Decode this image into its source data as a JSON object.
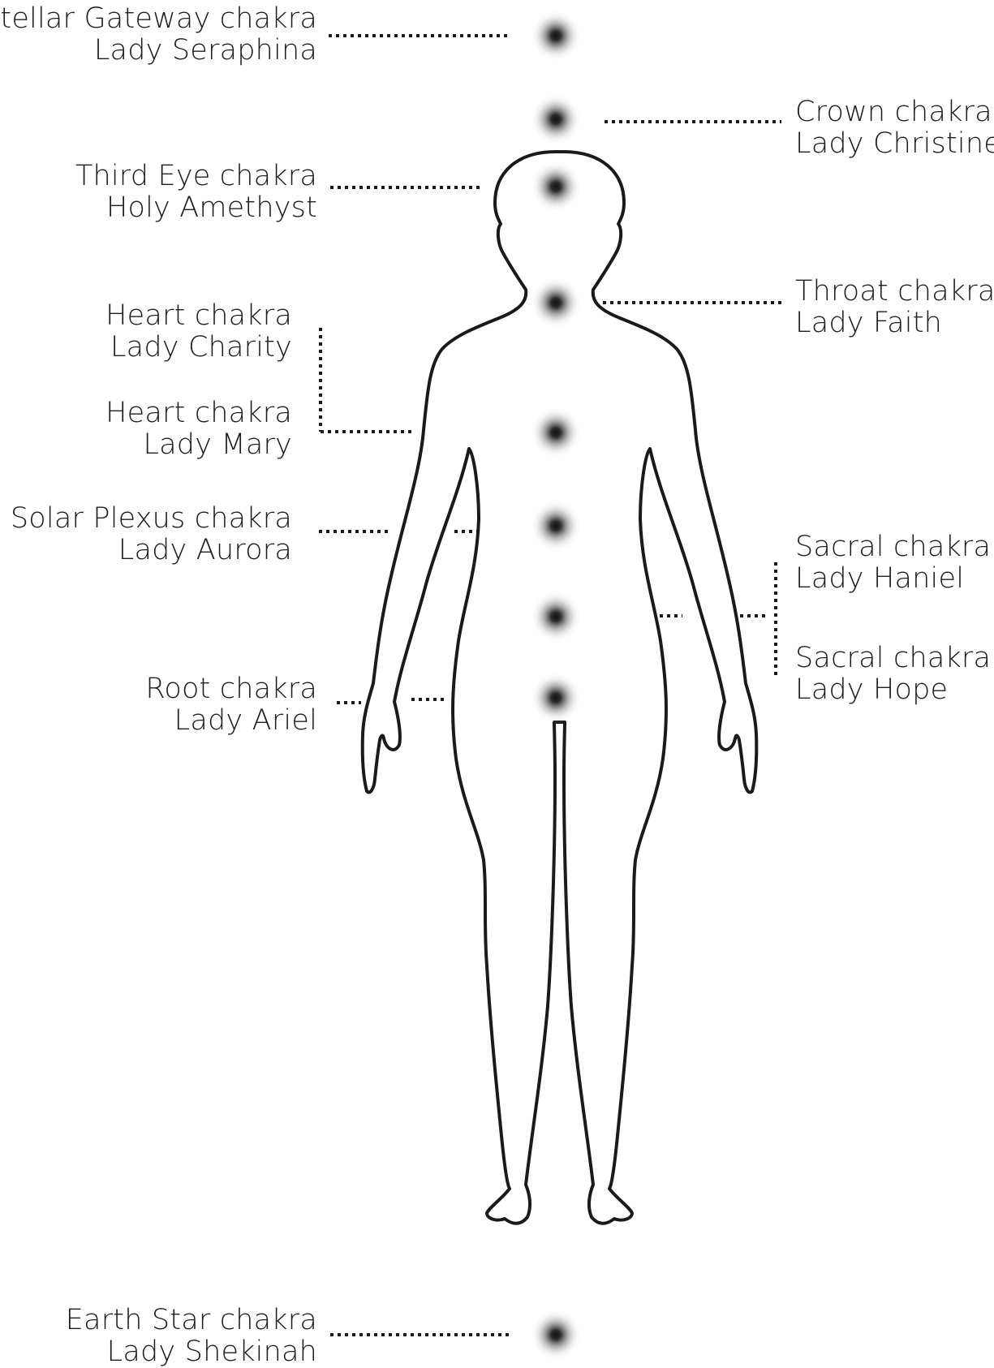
{
  "labels": {
    "stellar_gateway": {
      "line1": "Stellar Gateway chakra",
      "line2": "Lady Seraphina"
    },
    "crown": {
      "line1": "Crown chakra",
      "line2": "Lady Christine"
    },
    "third_eye": {
      "line1": "Third Eye chakra",
      "line2": "Holy Amethyst"
    },
    "throat": {
      "line1": "Throat chakra",
      "line2": "Lady Faith"
    },
    "heart_charity": {
      "line1": "Heart chakra",
      "line2": "Lady Charity"
    },
    "heart_mary": {
      "line1": "Heart chakra",
      "line2": "Lady Mary"
    },
    "solar_plexus": {
      "line1": "Solar Plexus chakra",
      "line2": "Lady Aurora"
    },
    "sacral_haniel": {
      "line1": "Sacral chakra",
      "line2": "Lady Haniel"
    },
    "sacral_hope": {
      "line1": "Sacral chakra",
      "line2": "Lady Hope"
    },
    "root": {
      "line1": "Root chakra",
      "line2": "Lady Ariel"
    },
    "earth_star": {
      "line1": "Earth Star chakra",
      "line2": "Lady Shekinah"
    }
  },
  "colors": {
    "outline": "#1a1a1a",
    "chakra_core": "#1a1a1a",
    "text": "#1e1e1e"
  }
}
